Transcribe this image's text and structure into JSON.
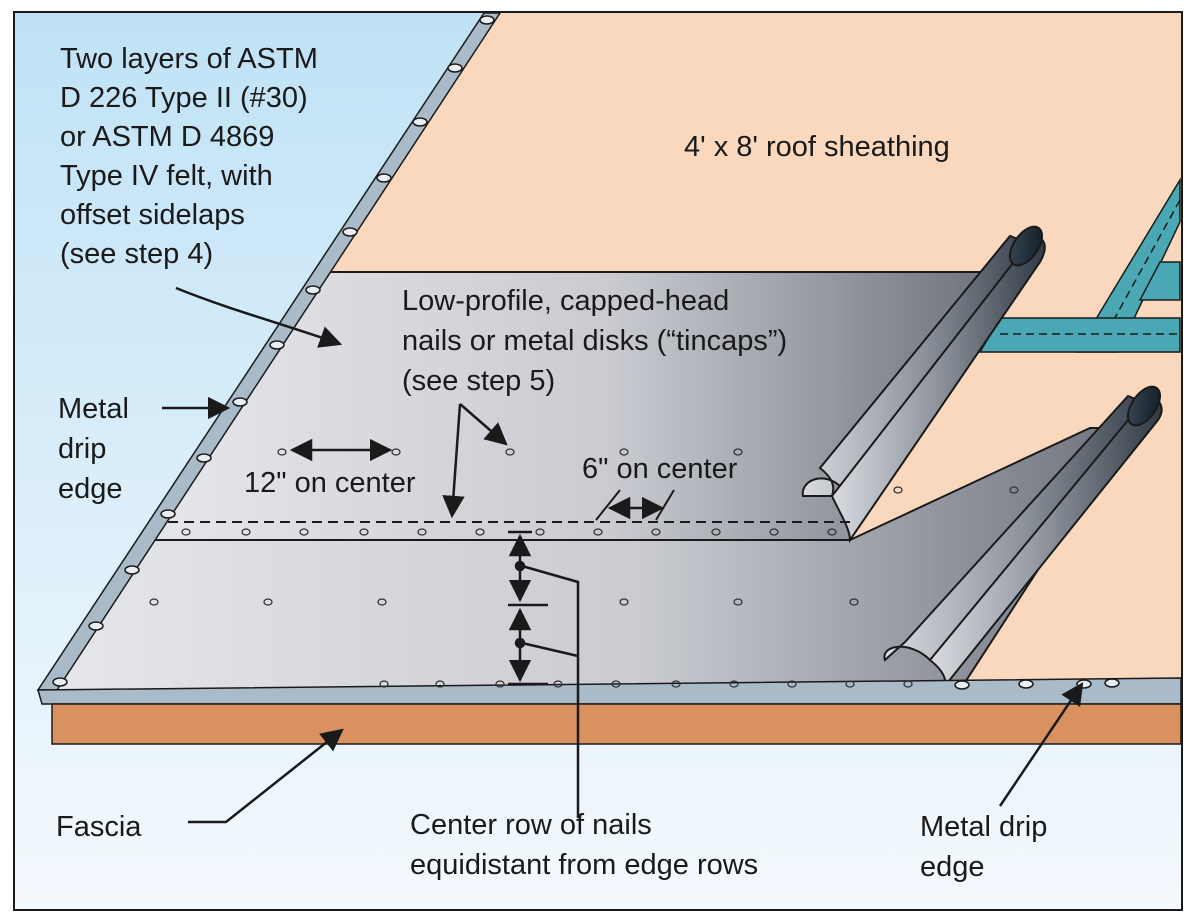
{
  "labels": {
    "felt": {
      "line1": "Two layers of ASTM",
      "line2": "D 226 Type II (#30)",
      "line3": "or ASTM D 4869",
      "line4": "Type IV  felt, with",
      "line5": "offset sidelaps",
      "line6": "(see step 4)"
    },
    "sheathing": "4' x 8' roof sheathing",
    "nails": {
      "line1": "Low-profile, capped-head",
      "line2": "nails or metal disks (“tincaps”)",
      "line3": "(see step 5)"
    },
    "drip_edge_left": {
      "line1": "Metal",
      "line2": "drip",
      "line3": "edge"
    },
    "spacing_12": "12\" on center",
    "spacing_6": "6\" on center",
    "fascia": "Fascia",
    "center_row": {
      "line1": "Center row of nails",
      "line2": "equidistant from edge rows"
    },
    "drip_edge_right": {
      "line1": "Metal drip",
      "line2": "edge"
    }
  },
  "colors": {
    "sky": "#cfe8f7",
    "sheathing": "#f9d8bd",
    "fascia": "#d9925f",
    "felt_light": "#e4e5e9",
    "felt_dark": "#7d808a",
    "drip_edge": "#a9bac9",
    "rafter": "#4aa8b4",
    "outline": "#1a1a1a"
  }
}
